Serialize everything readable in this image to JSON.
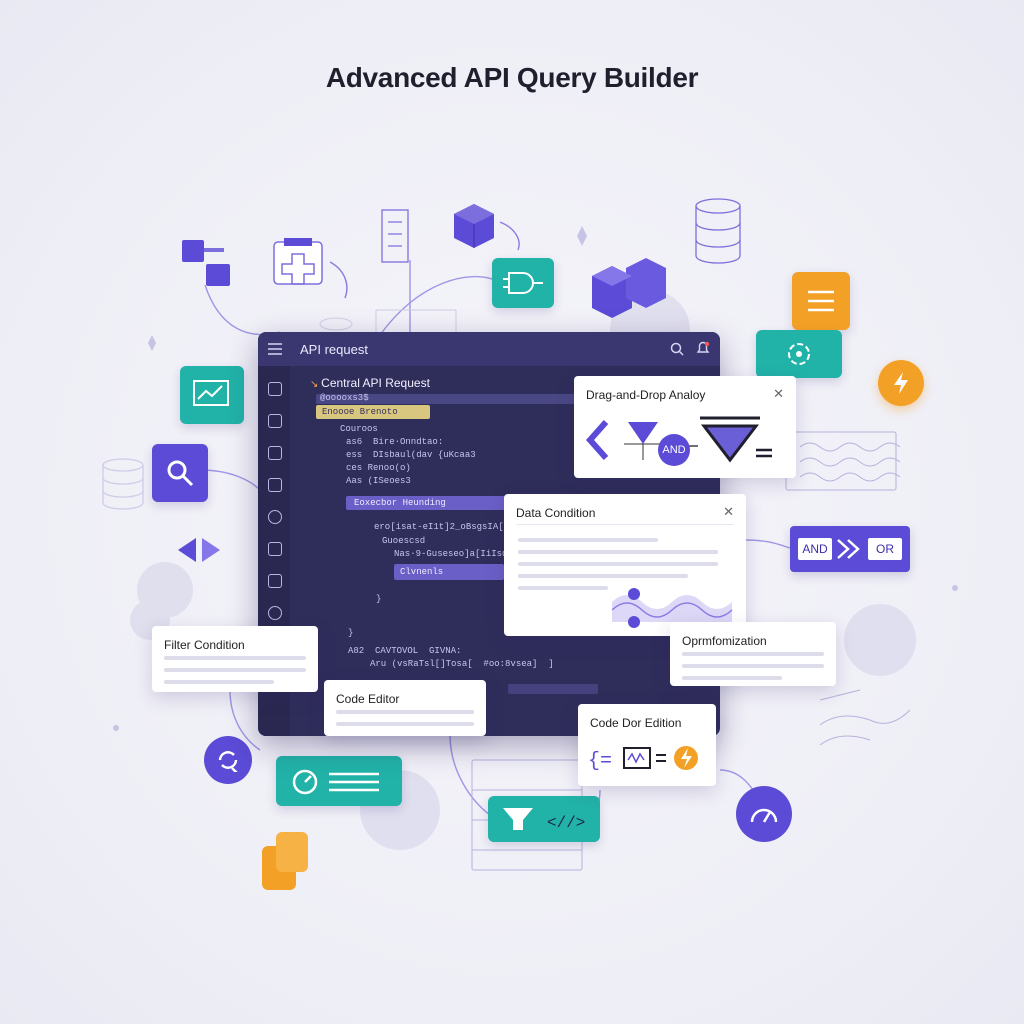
{
  "page": {
    "title": "Advanced API Query Builder"
  },
  "window": {
    "title": "API request",
    "menu_icon": "hamburger-icon",
    "search_icon": "search-icon",
    "notification_icon": "bell-icon",
    "section_title": "Central API Request",
    "collapse_icon": "chevron-down-icon",
    "code_lines": [
      "@ooooxs3$",
      "Couroos",
      "as6  Bire·Onndtao:",
      "ess  DIsbaul(dav {uKcaa3",
      "ces Renoo(o)",
      "Aas (ISeoes3",
      "ero[isat-eI1t]2_oBsgsIA[",
      "Guoescsd",
      "Nas·9-Guseseo]a[IiIsd",
      "}",
      "}",
      "}",
      "A82  CAVTOVOL  GIVNA:",
      "Aru (vsRaTsl[]Tosa[  #oo:8vsea]  ]"
    ],
    "highlight_1": "Enoooe Brenoto",
    "highlight_2": "Eoxecbor Heunding",
    "highlight_3": "Clvnenls",
    "sidebar_icons": [
      "shield-icon",
      "puzzle-icon",
      "image-icon",
      "grid-icon",
      "user-icon",
      "lock-icon",
      "calendar-icon",
      "badge-icon"
    ]
  },
  "cards": {
    "drag_drop": {
      "title": "Drag-and-Drop Analoy",
      "and_label": "AND",
      "eq_label": "="
    },
    "data_condition": {
      "title": "Data Condition"
    },
    "filter_condition": {
      "title": "Filter Condition"
    },
    "code_editor": {
      "title": "Code Editor"
    },
    "optimization": {
      "title": "Oprmfomization"
    },
    "code_edition": {
      "title": "Code Dor Edition"
    }
  },
  "operators": {
    "and": "AND",
    "or": "OR"
  },
  "colors": {
    "teal": "#22b3a8",
    "purple": "#5b4bd6",
    "orange": "#f3a026",
    "window": "#2f2d5a"
  }
}
